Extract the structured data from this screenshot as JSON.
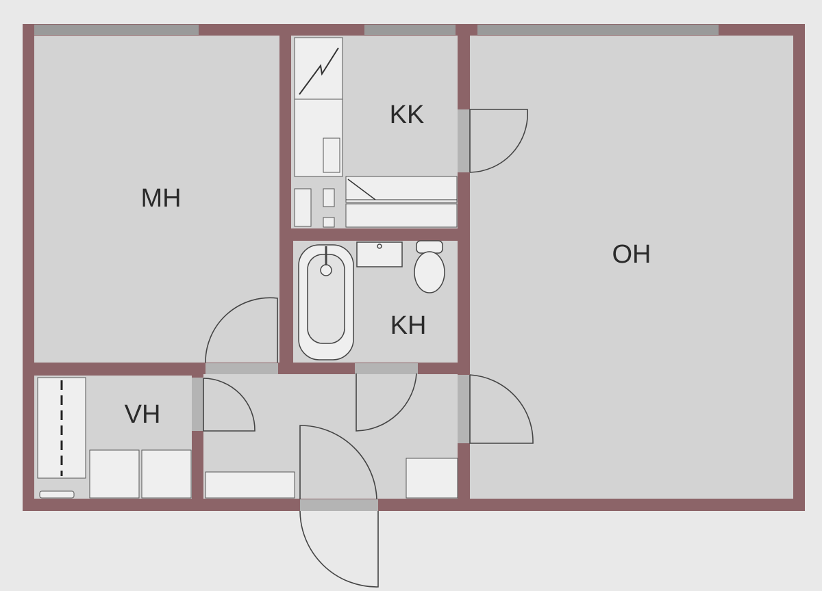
{
  "rooms": {
    "mh": "MH",
    "kk": "KK",
    "oh": "OH",
    "kh": "KH",
    "vh": "VH"
  },
  "colors": {
    "wall": "#8c6468",
    "floor": "#d3d3d3",
    "paper": "#e9e9e9",
    "window": "#9a9a9a",
    "fixture": "#efefef",
    "door_opening": "#b4b4b4",
    "line": "#444444"
  }
}
